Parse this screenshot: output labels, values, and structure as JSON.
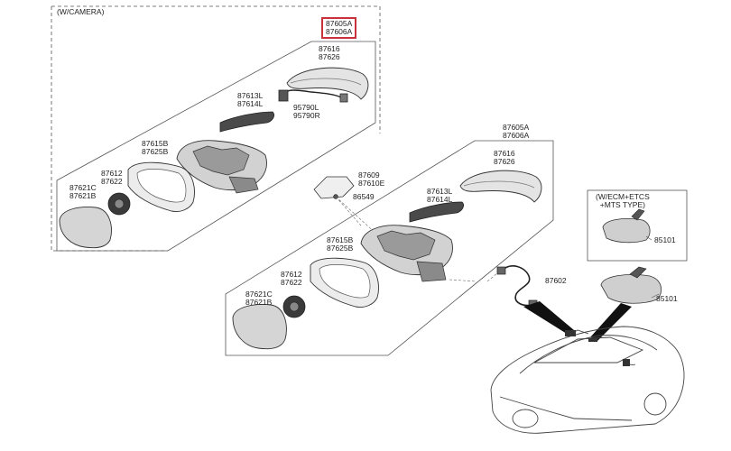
{
  "upper_assembly": {
    "note": "(W/CAMERA)",
    "assembly_codes": [
      "87605A",
      "87606A"
    ],
    "cover_codes": [
      "87616",
      "87626"
    ],
    "repeater_codes": [
      "87613L",
      "87614L"
    ],
    "camera_codes": [
      "95790L",
      "95790R"
    ],
    "housing_codes": [
      "87615B",
      "87625B"
    ],
    "motor_codes": [
      "87612",
      "87622"
    ],
    "glass_codes": [
      "87621C",
      "87621B"
    ]
  },
  "lower_assembly": {
    "assembly_codes": [
      "87605A",
      "87606A"
    ],
    "cover_codes": [
      "87616",
      "87626"
    ],
    "bracket_codes": [
      "87609",
      "87610E"
    ],
    "screw_code": "86549",
    "repeater_codes": [
      "87613L",
      "87614L"
    ],
    "housing_codes": [
      "87615B",
      "87625B"
    ],
    "motor_codes": [
      "87612",
      "87622"
    ],
    "glass_codes": [
      "87621C",
      "87621B"
    ]
  },
  "inset": {
    "note_lines": [
      "(W/ECM+ETCS",
      "+MTS TYPE)"
    ],
    "mirror_code": "85101"
  },
  "harness_code": "87602",
  "inside_mirror_code": "85101"
}
